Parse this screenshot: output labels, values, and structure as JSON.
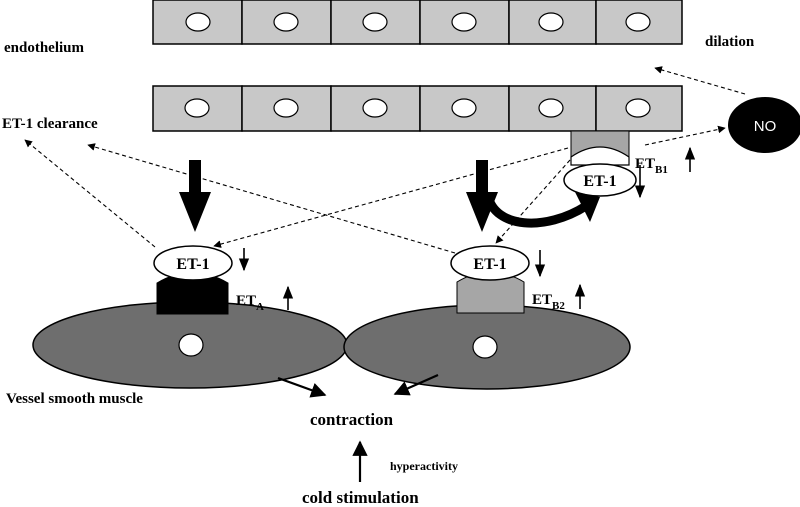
{
  "labels": {
    "endothelium": "endothelium",
    "dilation": "dilation",
    "et1_clearance": "ET-1 clearance",
    "no": "NO",
    "et1": "ET-1",
    "eta_main": "ET",
    "eta_sub": "A",
    "etb1_main": "ET",
    "etb1_sub": "B1",
    "etb2_main": "ET",
    "etb2_sub": "B2",
    "vessel_smooth_muscle": "Vessel smooth muscle",
    "contraction": "contraction",
    "hyperactivity": "hyperactivity",
    "cold_stimulation": "cold stimulation"
  },
  "colors": {
    "cell_fill": "#c8c8c8",
    "muscle_fill": "#6e6e6e",
    "receptor_gray": "#a6a6a6",
    "receptor_black": "#000000",
    "no_fill": "#000000"
  }
}
